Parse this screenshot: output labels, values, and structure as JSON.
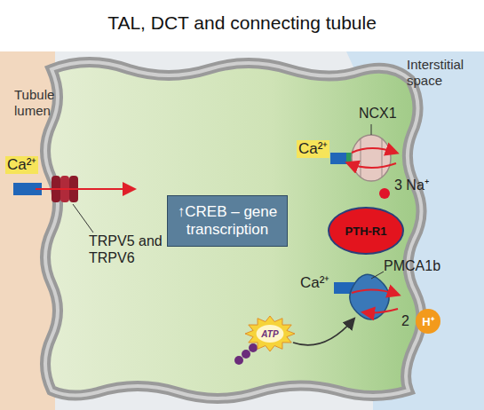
{
  "diagram": {
    "title": "TAL, DCT and connecting tubule",
    "nodes": [
      {
        "text": [
          "↑CREB – gene transcription"
        ]
      },
      {
        "text": [
          "PTH-R1"
        ]
      },
      {
        "text": [
          "ATP"
        ]
      },
      {
        "text": [
          "H⁺"
        ]
      }
    ],
    "labels": [
      "Tubule lumen",
      "Interstitial space",
      "Ca²⁺",
      "TRPV5 and TRPV6",
      "NCX1",
      "Ca²⁺",
      "3 Na⁺",
      "Ca²⁺",
      "PMCA1b",
      "2"
    ]
  }
}
